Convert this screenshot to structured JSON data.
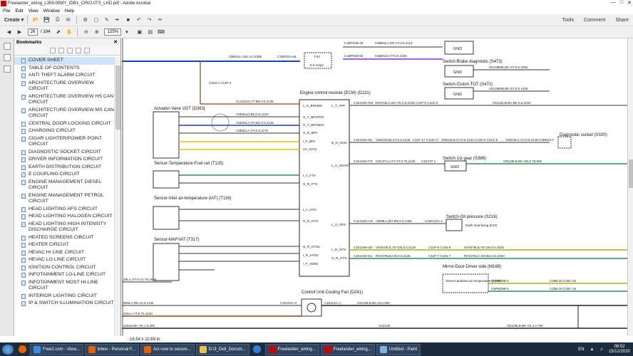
{
  "window": {
    "title": "Freelander_wiring_L359-09MY_IDB1_CIRCUITS_LHD.pdf - Adobe Acrobat"
  },
  "menu": [
    "File",
    "Edit",
    "View",
    "Window",
    "Help"
  ],
  "toolbar": {
    "create_label": "Create",
    "page_current": "26",
    "page_total": "/ 104",
    "zoom": "125%",
    "tools_label": "Tools",
    "comment_label": "Comment",
    "share_label": "Share"
  },
  "bookmarks": {
    "header": "Bookmarks",
    "items": [
      "COVER SHEET",
      "TABLE OF CONTENTS",
      "ANTI THEFT ALARM CIRCUIT",
      "ARCHITECTURE OVERVIEW CIRCUIT",
      "ARCHITECTURE OVERVIEW HS CAN CIRCUIT",
      "ARCHITECTURE OVERVIEW MS CAN CIRCUIT",
      "CENTRAL DOOR LOCKING CIRCUIT",
      "CHARGING CIRCUIT",
      "CIGAR LIGHTER/POWER POINT CIRCUIT",
      "DIAGNOSTIC SOCKET CIRCUIT",
      "DRIVER INFORMATION CIRCUIT",
      "EARTH DISTRIBUTION CIRCUIT",
      "E COUPLING CIRCUIT",
      "ENGINE MANAGEMENT DIESEL CIRCUIT",
      "ENGINE MANAGEMENT PETROL CIRCUIT",
      "HEAD LIGHTING AFS CIRCUIT",
      "HEAD LIGHTING HALOGEN CIRCUIT",
      "HEAD LIGHTING HIGH INTENSITY DISCHARGE CIRCUIT",
      "HEATED SCREENS CIRCUIT",
      "HEATER CIRCUIT",
      "HEVAC HI LINE CIRCUIT",
      "HEVAC LO LINE CIRCUIT",
      "IGNITION CONTROL CIRCUIT",
      "INFOTAINMENT LO-LINE CIRCUIT",
      "INFOTAINMENT MOST HI-LINE CIRCUIT",
      "INTERIOR LIGHTING CIRCUIT",
      "IP & SWITCH ILLUMINATION CIRCUIT"
    ]
  },
  "diagram": {
    "ecm_title": "Engine control module (ECM) (D131)",
    "ecm_pins_left": [
      "L_S_BRKMN",
      "O_T_BPAPOS",
      "O_T_BPANEG",
      "G_R_BPA",
      "I_F_BPA",
      "VV_5VV2",
      "I_A_FTS",
      "G_R_FTS",
      "I_A_IATS",
      "G_R_IATS",
      "G_R_IATS2",
      "I_R_IATS3",
      "I_F_AMS2"
    ],
    "ecm_pins_right": [
      "L_T_APP",
      "B_D_ISOK",
      "L_S_GEAR1",
      "L_S_OPS",
      "L_R_IATS",
      "G_R_IATS"
    ],
    "components": {
      "actuator": "Actuator-Vane VGT (D363)",
      "fuel_rail": "Sensor-Temperature-Fuel rail (T125)",
      "iat": "Sensor-Inlet air-temperature (IAT) (T116)",
      "maf": "Sensor-MAF/IAT (T317)",
      "brake": "Switch-Brake diagnostic (S473)",
      "clutch": "Switch-Clutch-TOT (S472)",
      "diag_socket": "Diagnostic socket (V100)",
      "first_gear": "Switch-1st gear (S386)",
      "oil_pressure": "Switch-Oil pressure (S216)",
      "mirror": "Mirror-Door-Driver side (M168)",
      "cooling_fan": "Control Unit-Cooling Fan (D241)",
      "fuse": "F34",
      "fuse_rating": "5.0 Amps",
      "gnd": "GND",
      "earth": "Earth stud fixing (E10)",
      "ambient": "Sensor-ambient air temperature (T119)"
    },
    "wire_labels": {
      "w1": "C1BP02B-33",
      "w2": "C5B94LA,GN-VT,0.5,4113",
      "w3": "CBB41LA,BU,4,0.2355",
      "w4": "C1BP02A-66",
      "w5": "C1BP02B-55",
      "w6": "C5B94LD,VT,0.5,4425",
      "w7": "C11N-4  C11P-4",
      "w8": "CLS44LD,VT-BN,0.5,2135",
      "w9": "C1E104H-M4",
      "w10": "VD5702LC,BU-YE,0.5,2136",
      "w11": "C11P-6  C11N-5",
      "w12": "C1E104H-B1",
      "w13": "VDB102LB,GY,0.5,2135",
      "w14": "C11P-17  C11N-17",
      "w15": "VDB10LB,GY,0.5,2120",
      "w16": "C21D-6  C21C-6",
      "w17": "VDB10LC,GY,0.5,2135",
      "w18": "C2BD04-7",
      "w19": "C1E104H-F3",
      "w20": "CDC37LA,GY-VT,0.75,1130",
      "w21": "C1E737-1",
      "w22": "C1E104G-H3",
      "w23": "CB69LA,BU-BN,0.5,1465",
      "w24": "C1MC24A-2",
      "w25": "C1E104H-D0",
      "w26": "VH4075LE,YE-GN,0.5,2135",
      "w27": "C11P-8  C11N-8",
      "w28": "VH4075LB,YE-GN,0.5,2020",
      "w29": "C1E104H-E1",
      "w30": "RH1075LB,GN,0.5,2135",
      "w31": "C11P-7  C11N-7",
      "w32": "RH1075LC,GN-BU,0.5,2020",
      "w33": "C1E101A-1",
      "w34": "GD129LB,BK,10,0.650",
      "w35": "S1D129",
      "w36": "GD129LB,BK-YE,4,2,700",
      "w37": "C1E101A-2",
      "w38": "B05LA,RD,10,0,1435",
      "w39": "203LA,VT,0.75,1630",
      "w40": "129LB,BK-YE,1.5,305",
      "w41": "Z6LA,VT-GY,0.75,1665",
      "w42": "GD135ME,BK-GY,0.5,1550",
      "w43": "GD135MB,BK-GY,0.5,1408",
      "w44": "GD132LB,BU-BK,0.5,2020",
      "w45": "GD129LB,BK-GN,0.75,586",
      "w46": "C5PM26B-5",
      "w47": "C5PM26B-6",
      "w48": "C25B-20  C25C-20",
      "w49": "C25B-19  C25C-19",
      "w50": "C5E94LD,BU,0.5,1210",
      "w51": "C5E92LA,GY-BU,0.5,1145",
      "w52": "C5E91LA,GY,0.5,1170"
    }
  },
  "status": {
    "page_size": "16.54 x 11.69 in"
  },
  "taskbar": {
    "tasks": [
      "Free2.com - View...",
      "Inbox - Personal F...",
      "Act now to secure...",
      "D:\\3_Dell_Docum...",
      "Freelander_wiring...",
      "Freelander_wiring...",
      "Untitled - Paint"
    ],
    "lang": "EN",
    "time": "08:52",
    "date": "15/12/2020"
  },
  "colors": {
    "taskbar_bg": "#1c2b3e",
    "wire_purple": "#8a2be2",
    "wire_green": "#2e8b57",
    "wire_yellow": "#e6c000",
    "wire_blue": "#1f3fbf",
    "wire_brown": "#8b4513"
  }
}
